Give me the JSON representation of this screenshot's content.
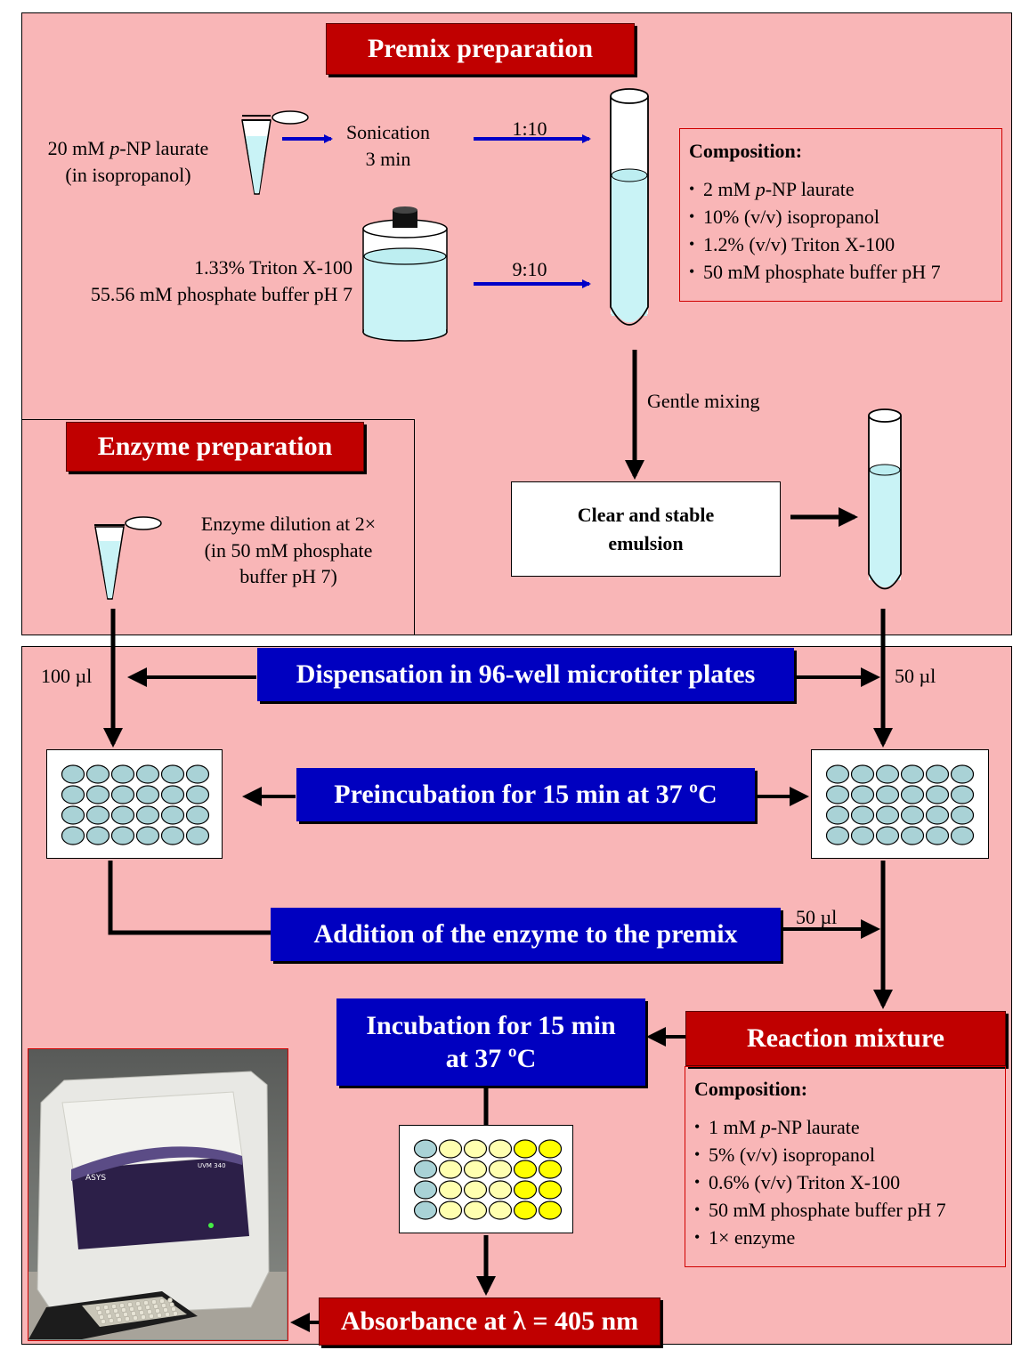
{
  "premix": {
    "title": "Premix preparation",
    "plnp_label_line1": "20 mM p-NP laurate",
    "plnp_label_line2": "(in isopropanol)",
    "sonication_line1": "Sonication",
    "sonication_line2": "3 min",
    "ratio_1": "1:10",
    "ratio_2": "9:10",
    "buffer_line1": "1.33% Triton X-100",
    "buffer_line2": "55.56 mM phosphate buffer pH 7",
    "composition_title": "Composition:",
    "composition_items": [
      "2 mM p-NP laurate",
      "10% (v/v) isopropanol",
      "1.2% (v/v) Triton X-100",
      "50 mM phosphate buffer pH 7"
    ],
    "gentle_mixing": "Gentle mixing",
    "emulsion_line1": "Clear and stable",
    "emulsion_line2": "emulsion"
  },
  "enzyme": {
    "title": "Enzyme preparation",
    "dilution_line1": "Enzyme dilution at 2×",
    "dilution_line2": "(in 50 mM phosphate",
    "dilution_line3": "buffer pH 7)"
  },
  "assay": {
    "vol_left": "100 µl",
    "vol_right": "50 µl",
    "vol_addition": "50 µl",
    "dispensation": "Dispensation in 96-well microtiter plates",
    "preincubation": "Preincubation for 15 min at 37 ºC",
    "addition": "Addition of the enzyme to the premix",
    "incubation_line1": "Incubation for 15 min",
    "incubation_line2": "at 37 ºC",
    "reaction_title": "Reaction mixture",
    "reaction_composition_title": "Composition:",
    "reaction_items": [
      "1 mM p-NP laurate",
      "5% (v/v) isopropanol",
      "0.6% (v/v) Triton X-100",
      "50 mM phosphate buffer pH 7",
      "1× enzyme"
    ],
    "absorbance": "Absorbance at λ = 405 nm",
    "reader_brand": "ASYS",
    "reader_model": "UVM 340"
  },
  "colors": {
    "panel_bg": "#f9b6b7",
    "red_title": "#c00000",
    "blue_title": "#0000c0",
    "arrow_blue": "#0000c8",
    "liquid": "#c9f3f6",
    "well_blue": "#a9d2d6",
    "well_yellow": "#ffff00",
    "well_pale_yellow": "#ffffb0"
  },
  "icons": [
    "eppendorf-tube-icon",
    "buffer-bottle-icon",
    "test-tube-icon",
    "microplate-icon",
    "plate-reader-photo"
  ]
}
